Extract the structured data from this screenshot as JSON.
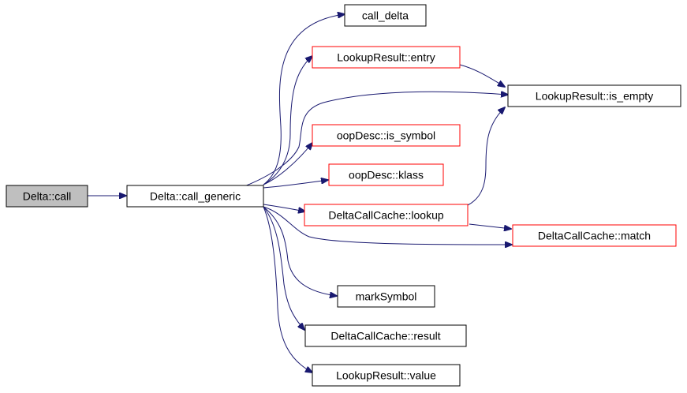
{
  "colors": {
    "edge": "#191970",
    "border_default": "#000000",
    "border_incomplete": "#ff0000",
    "fill_root": "#bfbfbf",
    "fill_default": "#ffffff"
  },
  "nodes": [
    {
      "id": "delta_call",
      "label": "Delta::call",
      "kind": "root"
    },
    {
      "id": "call_generic",
      "label": "Delta::call_generic",
      "kind": "default"
    },
    {
      "id": "call_delta",
      "label": "call_delta",
      "kind": "default"
    },
    {
      "id": "lr_entry",
      "label": "LookupResult::entry",
      "kind": "incomplete"
    },
    {
      "id": "lr_is_empty",
      "label": "LookupResult::is_empty",
      "kind": "default"
    },
    {
      "id": "is_symbol",
      "label": "oopDesc::is_symbol",
      "kind": "incomplete"
    },
    {
      "id": "klass",
      "label": "oopDesc::klass",
      "kind": "incomplete"
    },
    {
      "id": "dcc_lookup",
      "label": "DeltaCallCache::lookup",
      "kind": "incomplete"
    },
    {
      "id": "dcc_match",
      "label": "DeltaCallCache::match",
      "kind": "incomplete"
    },
    {
      "id": "mark_symbol",
      "label": "markSymbol",
      "kind": "default"
    },
    {
      "id": "dcc_result",
      "label": "DeltaCallCache::result",
      "kind": "default"
    },
    {
      "id": "lr_value",
      "label": "LookupResult::value",
      "kind": "default"
    }
  ],
  "edges": [
    {
      "from": "delta_call",
      "to": "call_generic"
    },
    {
      "from": "call_generic",
      "to": "call_delta"
    },
    {
      "from": "call_generic",
      "to": "lr_entry"
    },
    {
      "from": "call_generic",
      "to": "lr_is_empty"
    },
    {
      "from": "call_generic",
      "to": "is_symbol"
    },
    {
      "from": "call_generic",
      "to": "klass"
    },
    {
      "from": "call_generic",
      "to": "dcc_lookup"
    },
    {
      "from": "call_generic",
      "to": "dcc_match"
    },
    {
      "from": "call_generic",
      "to": "mark_symbol"
    },
    {
      "from": "call_generic",
      "to": "dcc_result"
    },
    {
      "from": "call_generic",
      "to": "lr_value"
    },
    {
      "from": "lr_entry",
      "to": "lr_is_empty"
    },
    {
      "from": "dcc_lookup",
      "to": "lr_is_empty"
    },
    {
      "from": "dcc_lookup",
      "to": "dcc_match"
    }
  ]
}
